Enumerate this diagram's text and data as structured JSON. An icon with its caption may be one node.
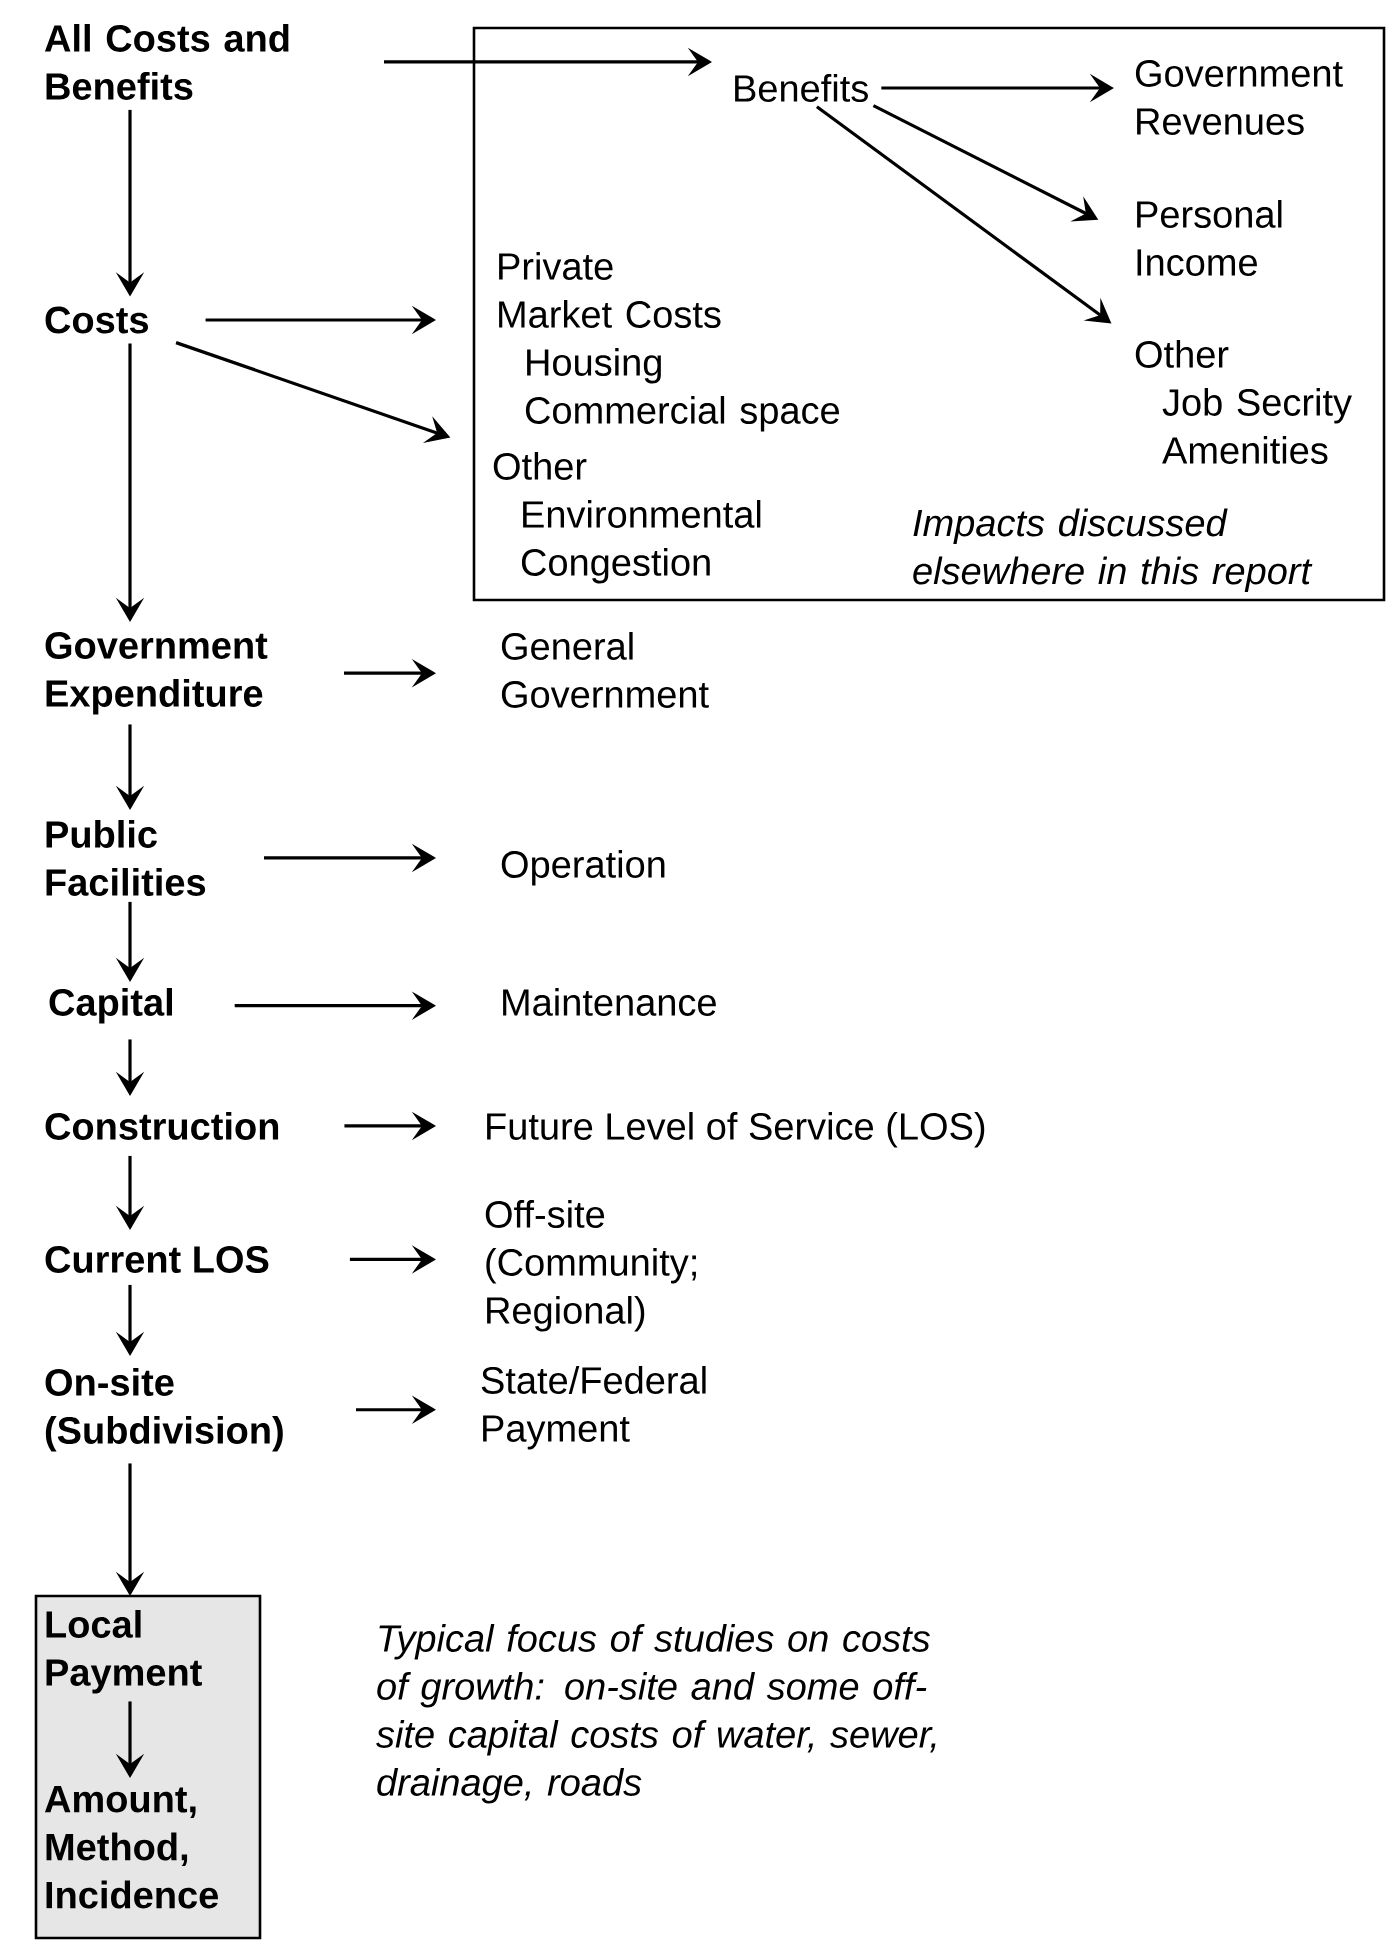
{
  "diagram": {
    "nodes": [
      {
        "text": [
          "All Costs and Benefits"
        ]
      },
      {
        "text": [
          "Impacts discussed elsewhere in this report"
        ]
      },
      {
        "text": [
          "Benefits"
        ],
        "in": 1
      },
      {
        "text": [
          "Government Revenues"
        ],
        "in": 1
      },
      {
        "text": [
          "Personal Income"
        ],
        "in": 1
      },
      {
        "text": [
          "Other",
          "Job Secrity",
          "Amenities"
        ],
        "in": 1
      },
      {
        "text": [
          "Private Market Costs",
          "Housing",
          "Commercial space"
        ],
        "in": 1
      },
      {
        "text": [
          "Other",
          "Environmental",
          "Congestion"
        ],
        "in": 1
      },
      {
        "text": [
          "Costs"
        ]
      },
      {
        "text": [
          "Government Expenditure"
        ]
      },
      {
        "text": [
          "General Government"
        ]
      },
      {
        "text": [
          "Public Facilities"
        ]
      },
      {
        "text": [
          "Operation"
        ]
      },
      {
        "text": [
          "Capital"
        ]
      },
      {
        "text": [
          "Maintenance"
        ]
      },
      {
        "text": [
          "Construction"
        ]
      },
      {
        "text": [
          "Future Level of Service (LOS)"
        ]
      },
      {
        "text": [
          "Current LOS"
        ]
      },
      {
        "text": [
          "Off-site (Community; Regional)"
        ]
      },
      {
        "text": [
          "On-site (Subdivision)"
        ]
      },
      {
        "text": [
          "State/Federal Payment"
        ]
      },
      {
        "text": [],
        "shape": "box"
      },
      {
        "text": [
          "Local Payment"
        ],
        "in": 21
      },
      {
        "text": [
          "Amount, Method, Incidence"
        ],
        "in": 21
      }
    ],
    "edges": [
      {
        "from": 0,
        "to": 2,
        "arrow": "to"
      },
      {
        "from": 0,
        "to": 8,
        "arrow": "to"
      },
      {
        "from": 2,
        "to": 3,
        "arrow": "to"
      },
      {
        "from": 2,
        "to": 4,
        "arrow": "to"
      },
      {
        "from": 2,
        "to": 5,
        "arrow": "to"
      },
      {
        "from": 8,
        "to": 6,
        "arrow": "to"
      },
      {
        "from": 8,
        "to": 7,
        "arrow": "to"
      },
      {
        "from": 8,
        "to": 9,
        "arrow": "to"
      },
      {
        "from": 9,
        "to": 10,
        "arrow": "to"
      },
      {
        "from": 9,
        "to": 11,
        "arrow": "to"
      },
      {
        "from": 11,
        "to": 12,
        "arrow": "to"
      },
      {
        "from": 11,
        "to": 13,
        "arrow": "to"
      },
      {
        "from": 13,
        "to": 14,
        "arrow": "to"
      },
      {
        "from": 13,
        "to": 15,
        "arrow": "to"
      },
      {
        "from": 15,
        "to": 16,
        "arrow": "to"
      },
      {
        "from": 15,
        "to": 17,
        "arrow": "to"
      },
      {
        "from": 17,
        "to": 18,
        "arrow": "to"
      },
      {
        "from": 17,
        "to": 19,
        "arrow": "to"
      },
      {
        "from": 19,
        "to": 20,
        "arrow": "to"
      },
      {
        "from": 19,
        "to": 22,
        "arrow": "to"
      },
      {
        "from": 22,
        "to": 23,
        "arrow": "to"
      }
    ],
    "labels": [
      "Typical focus of studies on costs of growth: on-site and some off-site capital costs of water, sewer, drainage, roads"
    ]
  }
}
